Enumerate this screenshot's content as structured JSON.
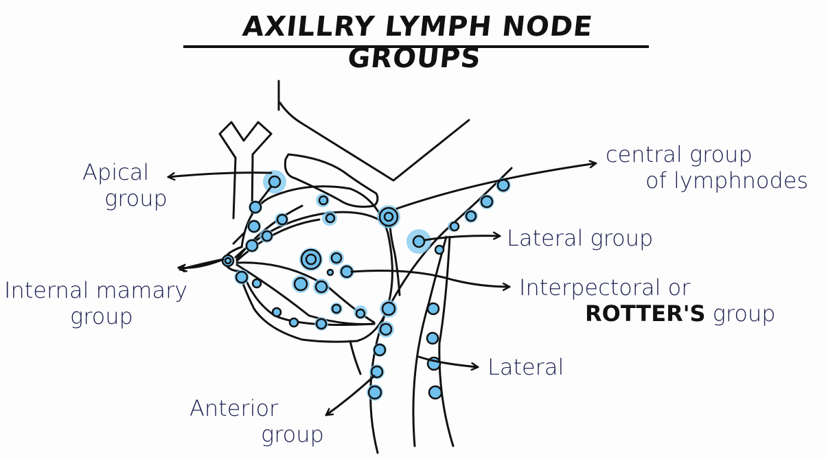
{
  "title": "AXILLRY LYMPH NODE GROUPS",
  "colors": {
    "ink": "#111111",
    "label": "#1b1f4f",
    "node_fill": "#6fc0ec",
    "node_halo": "#7cc7ee",
    "background": "#fdfdfd"
  },
  "labels": {
    "apical": [
      "Apical",
      "group"
    ],
    "internal_mammary": [
      "Internal mamary",
      "group"
    ],
    "anterior": [
      "Anterior",
      "group"
    ],
    "central": [
      "central group",
      "of lymphnodes"
    ],
    "lateral_group": "Lateral group",
    "interpectoral": [
      "Interpectoral or",
      "ROTTER'S",
      "group"
    ],
    "lateral": "Lateral"
  }
}
